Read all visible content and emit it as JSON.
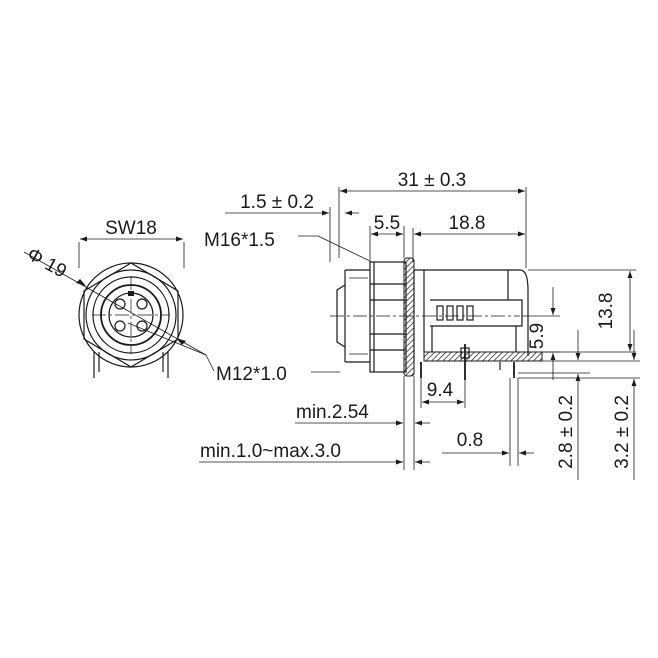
{
  "dimensions": {
    "sw": "SW18",
    "dia": "Φ 19",
    "thread_outer": "M16*1.5",
    "thread_inner": "M12*1.0",
    "flange": "1.5 ± 0.2",
    "overall_length": "31 ± 0.3",
    "front_length": "5.5",
    "body_length": "18.8",
    "height": "13.8",
    "pcb_height": "5.9",
    "pin_span": "9.4",
    "panel_min": "min.2.54",
    "panel_range": "min.1.0~max.3.0",
    "pin_offset": "0.8",
    "pin_len_a": "2.8 ± 0.2",
    "pin_len_b": "3.2 ± 0.2"
  }
}
